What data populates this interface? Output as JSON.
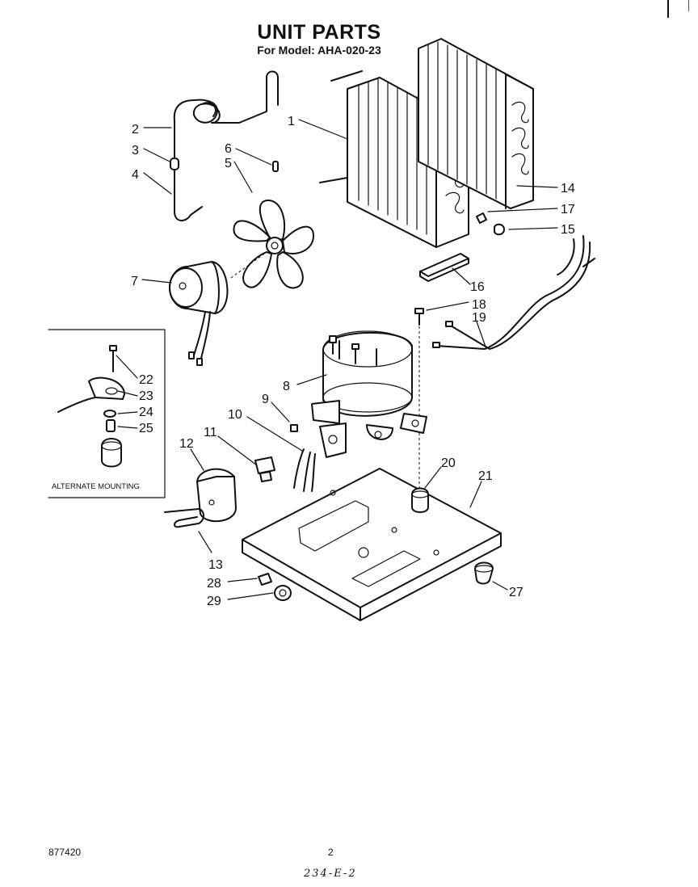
{
  "header": {
    "title": "UNIT PARTS",
    "subtitle": "For Model: AHA-020-23"
  },
  "callouts": [
    {
      "id": "c1",
      "text": "1"
    },
    {
      "id": "c2",
      "text": "2"
    },
    {
      "id": "c3",
      "text": "3"
    },
    {
      "id": "c4",
      "text": "4"
    },
    {
      "id": "c5",
      "text": "5"
    },
    {
      "id": "c6",
      "text": "6"
    },
    {
      "id": "c7",
      "text": "7"
    },
    {
      "id": "c8",
      "text": "8"
    },
    {
      "id": "c9",
      "text": "9"
    },
    {
      "id": "c10",
      "text": "10"
    },
    {
      "id": "c11",
      "text": "11"
    },
    {
      "id": "c12",
      "text": "12"
    },
    {
      "id": "c13",
      "text": "13"
    },
    {
      "id": "c14",
      "text": "14"
    },
    {
      "id": "c15",
      "text": "15"
    },
    {
      "id": "c16",
      "text": "16"
    },
    {
      "id": "c17",
      "text": "17"
    },
    {
      "id": "c18",
      "text": "18"
    },
    {
      "id": "c19",
      "text": "19"
    },
    {
      "id": "c20",
      "text": "20"
    },
    {
      "id": "c21",
      "text": "21"
    },
    {
      "id": "c22",
      "text": "22"
    },
    {
      "id": "c23",
      "text": "23"
    },
    {
      "id": "c24",
      "text": "24"
    },
    {
      "id": "c25",
      "text": "25"
    },
    {
      "id": "c27",
      "text": "27"
    },
    {
      "id": "c28",
      "text": "28"
    },
    {
      "id": "c29",
      "text": "29"
    }
  ],
  "inset": {
    "caption": "ALTERNATE MOUNTING"
  },
  "footer": {
    "doc_number": "877420",
    "page_number": "2",
    "handwritten": "234-E-2"
  }
}
